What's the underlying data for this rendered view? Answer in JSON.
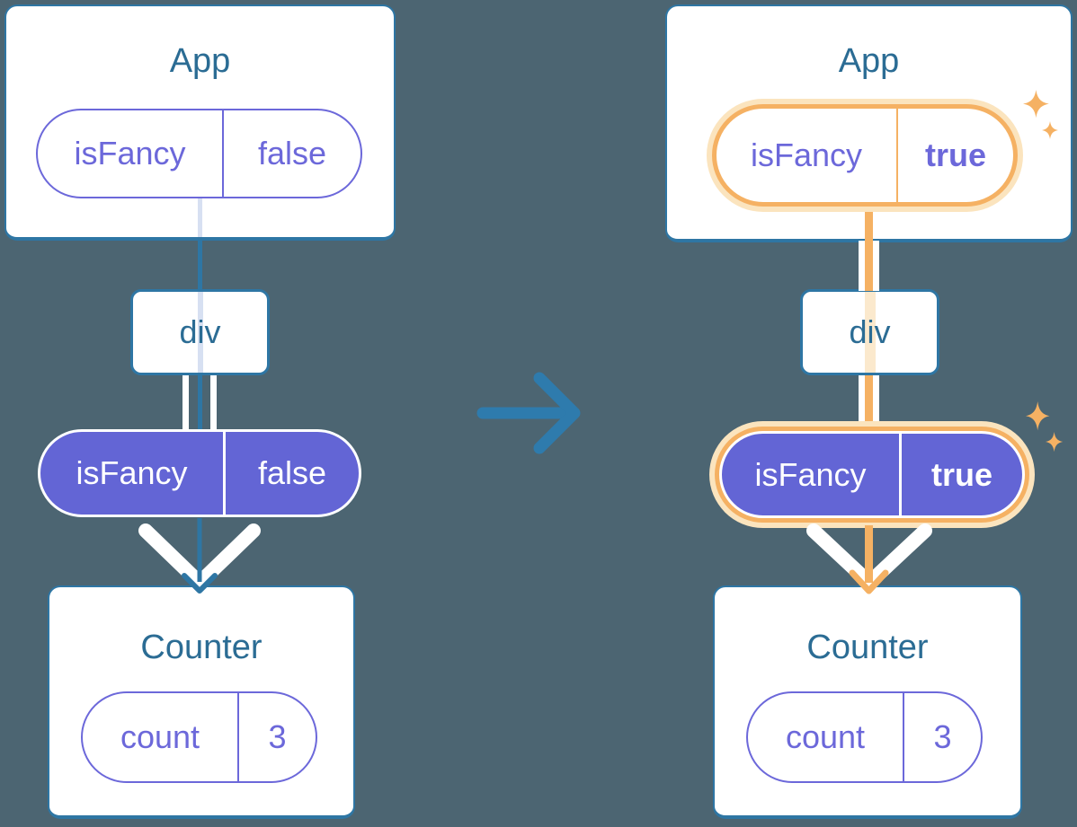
{
  "palette": {
    "background": "#4C6572",
    "card_fill": "#FFFFFF",
    "card_border_blue": "#2E76A4",
    "title_text_blue": "#2B6C94",
    "purple_outline": "#6C68DA",
    "purple_fill": "#6365D5",
    "lavender_prop_line": "#D7E0F2",
    "highlight_orange": "#F5B163",
    "highlight_orange_glow": "#FBE4BE",
    "pale_orange_prop_line": "#FBE9CD",
    "white": "#FFFFFF",
    "transition_arrow_blue": "#2E7BAD"
  },
  "before_tree": {
    "app_title": "App",
    "app_prop": {
      "name": "isFancy",
      "value": "false"
    },
    "div_label": "div",
    "passed_prop": {
      "name": "isFancy",
      "value": "false"
    },
    "counter_title": "Counter",
    "counter_state": {
      "name": "count",
      "value": "3"
    }
  },
  "after_tree": {
    "app_title": "App",
    "app_prop": {
      "name": "isFancy",
      "value": "true"
    },
    "div_label": "div",
    "passed_prop": {
      "name": "isFancy",
      "value": "true"
    },
    "counter_title": "Counter",
    "counter_state": {
      "name": "count",
      "value": "3"
    }
  },
  "icons": {
    "transition_arrow": "right-arrow",
    "sparkles": "sparkle"
  }
}
